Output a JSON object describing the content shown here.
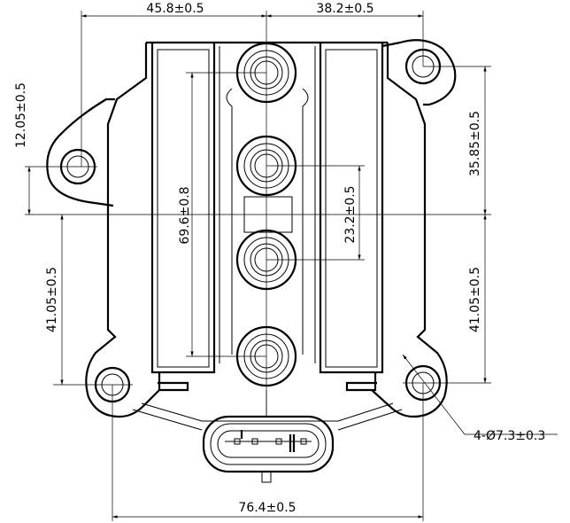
{
  "dimensions": {
    "top_left_width": "45.8±0.5",
    "top_right_width": "38.2±0.5",
    "left_upper_offset": "12.05±0.5",
    "right_upper_offset": "35.85±0.5",
    "left_lower_offset": "41.05±0.5",
    "right_lower_offset": "41.05±0.5",
    "tower_span": "69.6±0.8",
    "tower_pitch": "23.2±0.5",
    "hole_spec": "4-Ø7.3±0.3",
    "hole_span": "76.4±0.5"
  }
}
